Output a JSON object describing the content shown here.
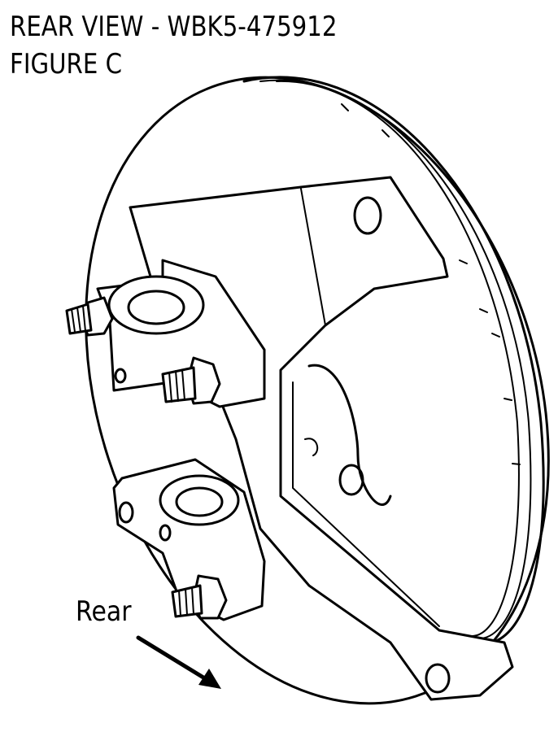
{
  "header": {
    "title": "REAR VIEW - WBK5-475912",
    "subtitle": "FIGURE C"
  },
  "callouts": {
    "rear_label": "Rear"
  }
}
